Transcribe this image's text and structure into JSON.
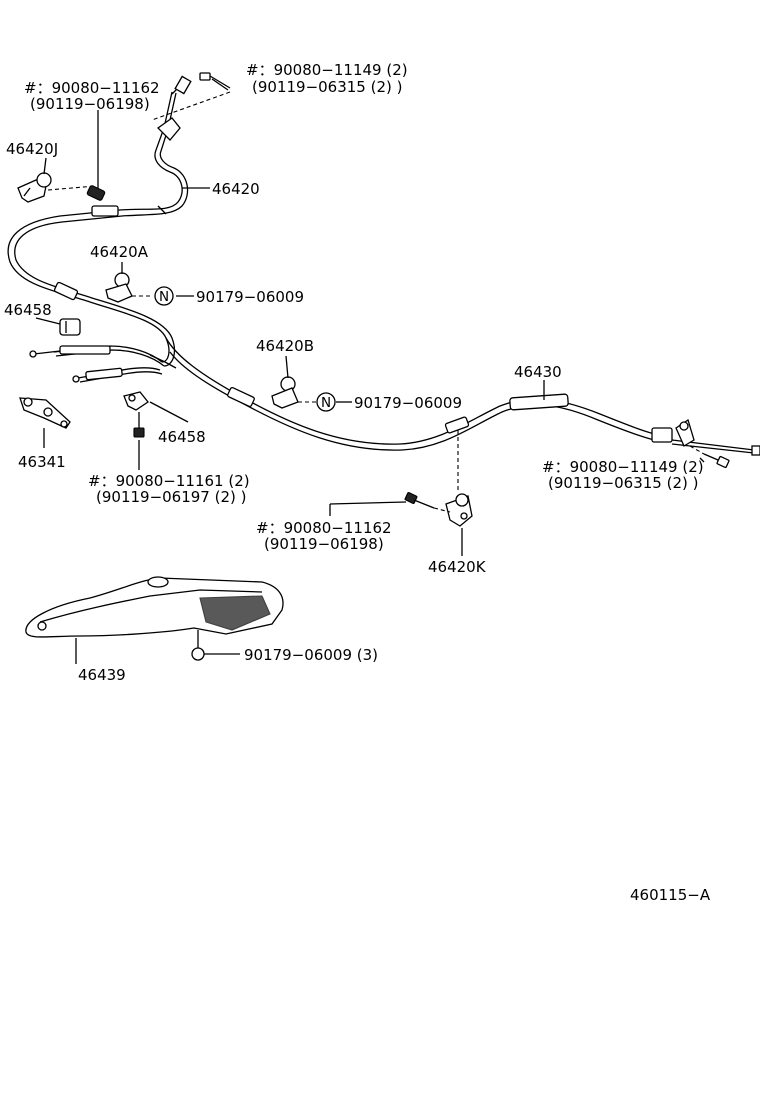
{
  "labels": {
    "bolt_top_mid": "#：90080−11149 (2)",
    "bolt_top_mid_alt": "(90119−06315 (2) )",
    "bolt_top_left": "#：90080−11162",
    "bolt_top_left_alt": "(90119−06198)",
    "p46420J": "46420J",
    "p46420": "46420",
    "p46420A": "46420A",
    "nut_a": "90179−06009",
    "p46458_top": "46458",
    "p46420B": "46420B",
    "nut_b": "90179−06009",
    "p46430": "46430",
    "p46341": "46341",
    "p46458_bot": "46458",
    "bolt_bottom_left": "#：90080−11161 (2)",
    "bolt_bottom_left_alt": "(90119−06197 (2) )",
    "bolt_right": "#：90080−11149 (2)",
    "bolt_right_alt": "(90119−06315 (2) )",
    "bolt_center": "#：90080−11162",
    "bolt_center_alt": "(90119−06198)",
    "p46420K": "46420K",
    "nut_shield": "90179−06009 (3)",
    "p46439": "46439",
    "diagram_code": "460115−A"
  },
  "symbols": {
    "nut_marker": "N"
  }
}
